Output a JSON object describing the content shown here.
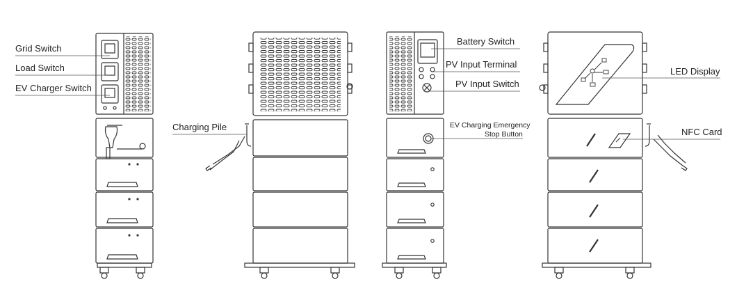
{
  "callouts": {
    "grid_switch": "Grid Switch",
    "load_switch": "Load Switch",
    "ev_charger_switch": "EV Charger Switch",
    "charging_pile": "Charging Pile",
    "battery_switch": "Battery Switch",
    "pv_input_terminal": "PV Input Terminal",
    "pv_input_switch": "PV Input Switch",
    "ev_emergency_stop_line1": "EV Charging Emergency",
    "ev_emergency_stop_line2": "Stop Button",
    "led_display": "LED Display",
    "nfc_card": "NFC Card"
  },
  "colors": {
    "line": "#333333",
    "fill": "#ffffff",
    "leader": "#555555"
  }
}
